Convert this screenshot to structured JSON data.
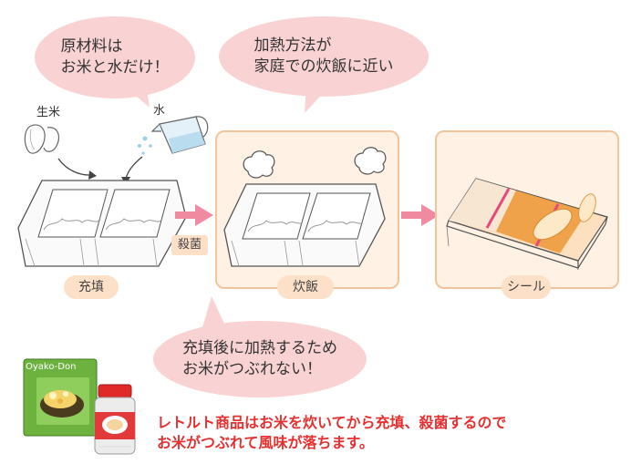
{
  "bubbles": {
    "ingredients": "原材料は\nお米と水だけ！",
    "method": "加熱方法が\n家庭での炊飯に近い",
    "sterilize": "充填後に加熱するため\nお米がつぶれない！"
  },
  "labels": {
    "raw_rice": "生米",
    "water": "水",
    "sterilization": "殺菌",
    "jar_label": "Oyako-Don"
  },
  "stages": [
    {
      "label": "充填"
    },
    {
      "label": "炊飯"
    },
    {
      "label": "シール"
    }
  ],
  "note": {
    "line1": "レトルト商品はお米を炊いてから充填、殺菌するので",
    "line2": "お米がつぶれて風味が落ちます。"
  },
  "colors": {
    "bubble": "#f9d3d3",
    "stage_bg": "#fff1e4",
    "stage_border": "#f2c49b",
    "arrow": "#ef8aa1",
    "note_text": "#e53030",
    "seal": "#f0a24a"
  }
}
